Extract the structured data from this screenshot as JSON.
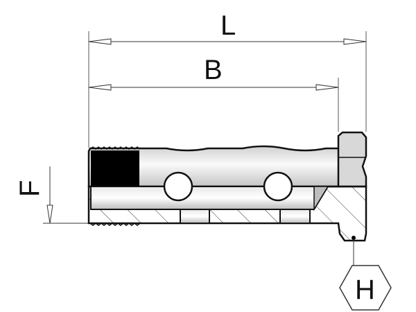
{
  "dimensions": {
    "length_label": "L",
    "thread_length_label": "B",
    "thread_size_label": "F",
    "hex_label": "H"
  },
  "colors": {
    "line": "#111111",
    "body_light": "#f4f4f4",
    "body_shade": "#b8b8b8",
    "thread_fill": "#000000"
  }
}
